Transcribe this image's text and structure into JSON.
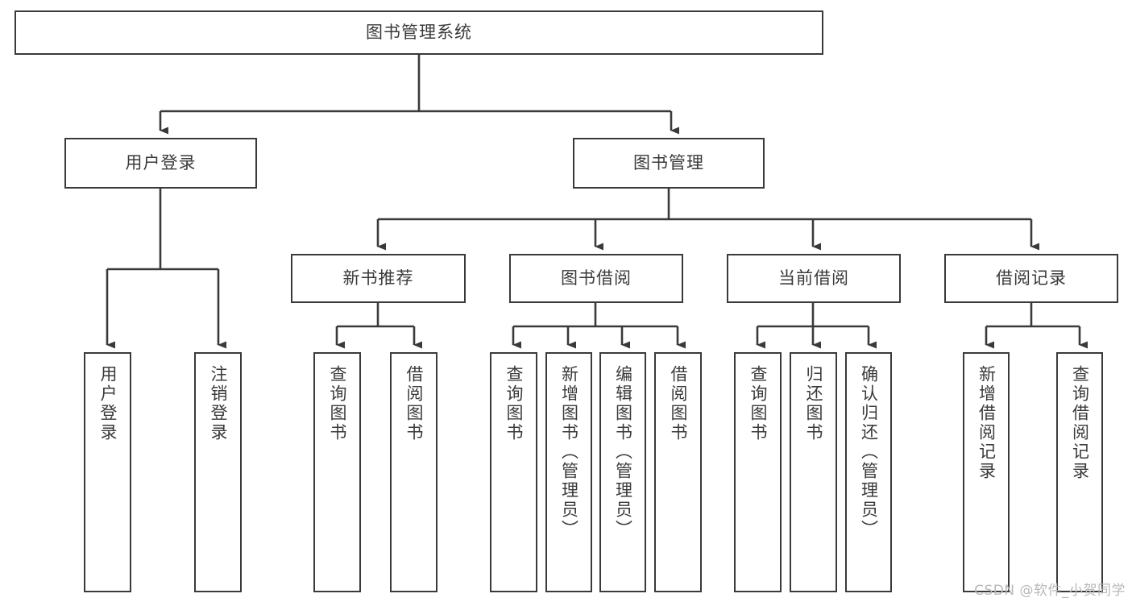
{
  "diagram": {
    "title": "图书管理系统",
    "type": "tree-hierarchy-diagram",
    "root": {
      "id": "root",
      "label": "图书管理系统"
    },
    "level2": [
      {
        "id": "user-login",
        "label": "用户登录"
      },
      {
        "id": "book-manage",
        "label": "图书管理"
      }
    ],
    "level3": [
      {
        "id": "new-book-recommend",
        "label": "新书推荐",
        "parent": "book-manage"
      },
      {
        "id": "book-borrow",
        "label": "图书借阅",
        "parent": "book-manage"
      },
      {
        "id": "current-borrow",
        "label": "当前借阅",
        "parent": "book-manage"
      },
      {
        "id": "borrow-record",
        "label": "借阅记录",
        "parent": "book-manage"
      }
    ],
    "leaves": [
      {
        "id": "leaf-user-login",
        "label": "用户登录",
        "parent": "user-login"
      },
      {
        "id": "leaf-logout-login",
        "label": "注销登录",
        "parent": "user-login"
      },
      {
        "id": "leaf-query-book-1",
        "label": "查询图书",
        "parent": "new-book-recommend"
      },
      {
        "id": "leaf-borrow-book-1",
        "label": "借阅图书",
        "parent": "new-book-recommend"
      },
      {
        "id": "leaf-query-book-2",
        "label": "查询图书",
        "parent": "book-borrow"
      },
      {
        "id": "leaf-add-book-admin",
        "label": "新增图书（管理员）",
        "parent": "book-borrow"
      },
      {
        "id": "leaf-edit-book-admin",
        "label": "编辑图书（管理员）",
        "parent": "book-borrow"
      },
      {
        "id": "leaf-borrow-book-2",
        "label": "借阅图书",
        "parent": "book-borrow"
      },
      {
        "id": "leaf-query-book-3",
        "label": "查询图书",
        "parent": "current-borrow"
      },
      {
        "id": "leaf-return-book",
        "label": "归还图书",
        "parent": "current-borrow"
      },
      {
        "id": "leaf-confirm-return",
        "label": "确认归还（管理员）",
        "parent": "current-borrow"
      },
      {
        "id": "leaf-add-borrow-rec",
        "label": "新增借阅记录",
        "parent": "borrow-record"
      },
      {
        "id": "leaf-query-borrow-rec",
        "label": "查询借阅记录",
        "parent": "borrow-record"
      }
    ],
    "watermark": "CSDN @软件_小贺同学",
    "colors": {
      "border": "#3a3a3a",
      "text": "#3a3a3a",
      "background": "#ffffff",
      "watermark": "#b9b9b9"
    }
  }
}
